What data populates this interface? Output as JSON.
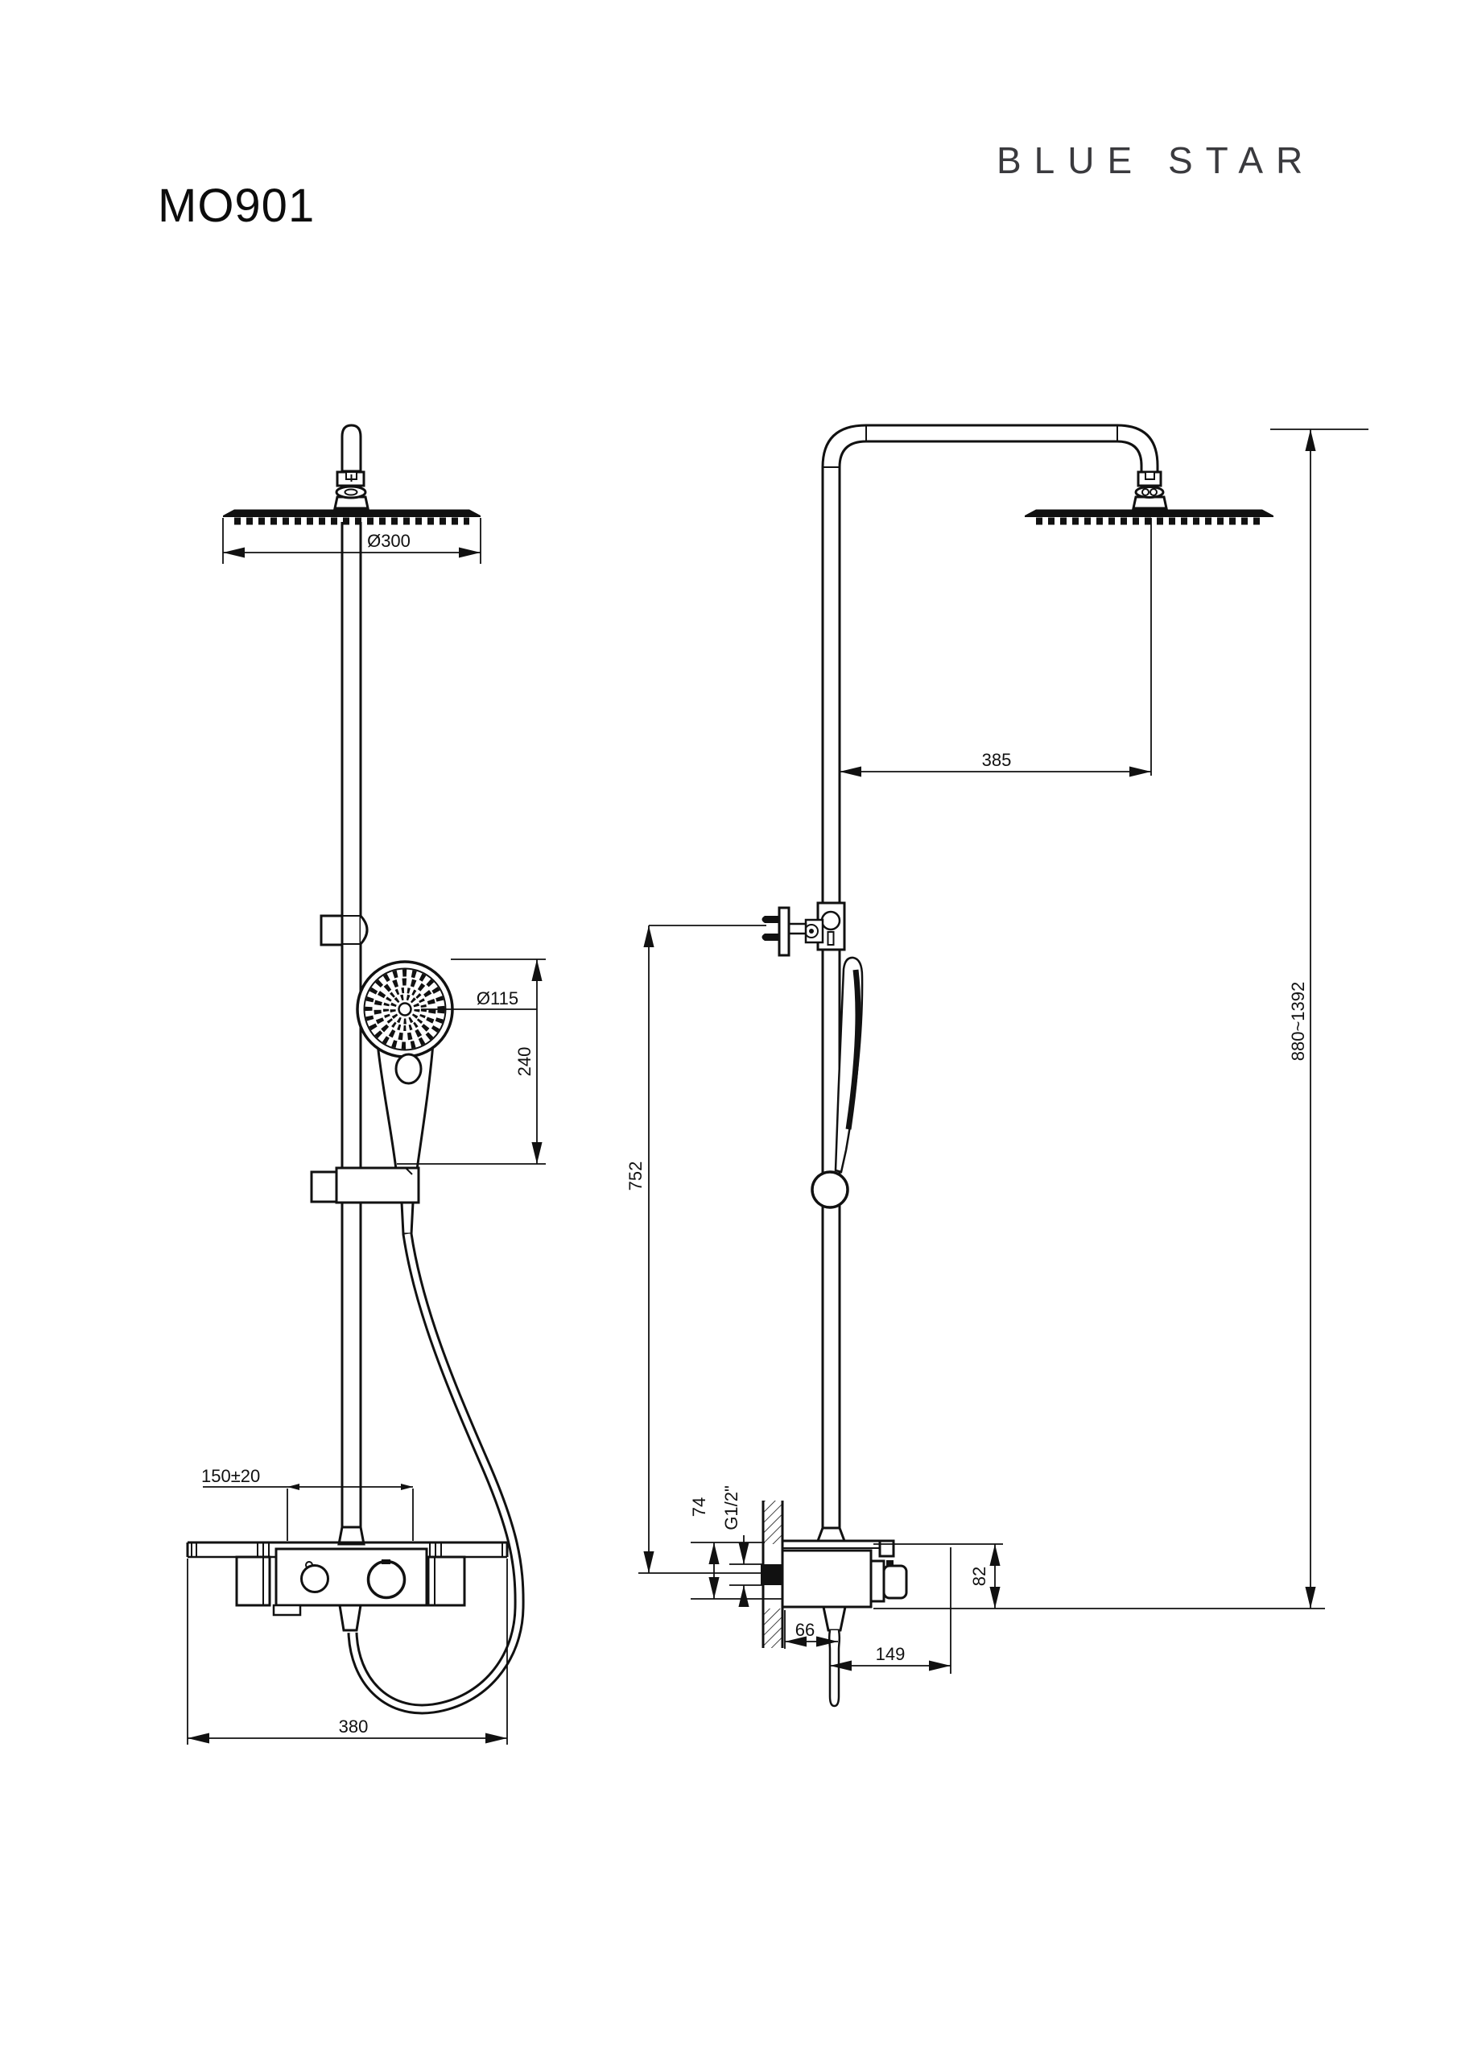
{
  "page": {
    "model": "MO901",
    "brand": "BLUE STAR"
  },
  "dims": {
    "front": {
      "head_diameter": "Ø300",
      "hand_shower_diameter": "Ø115",
      "hand_shower_height": "240",
      "inlet_offset": "150±20",
      "valve_width": "380"
    },
    "side": {
      "arm_reach": "385",
      "riser_height_range": "880~1392",
      "bar_height": "752",
      "wall_plate_height": "74",
      "inlet_thread": "G1/2\"",
      "valve_height": "82",
      "outlet_offset": "66",
      "valve_depth": "149"
    }
  }
}
